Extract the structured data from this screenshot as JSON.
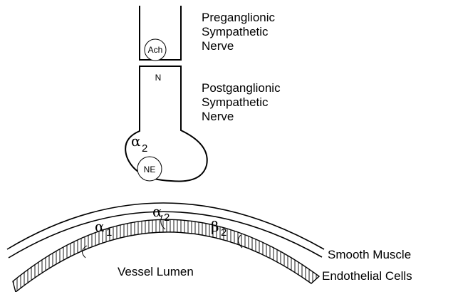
{
  "nerves": {
    "pre_label_1": "Preganglionic",
    "pre_label_2": "Sympathetic",
    "pre_label_3": "Nerve",
    "post_label_1": "Postganglionic",
    "post_label_2": "Sympathetic",
    "post_label_3": "Nerve",
    "vesicle_pre": "Ach",
    "receptor_n": "N",
    "vesicle_post": "NE"
  },
  "receptors": {
    "terminal_alpha": "α",
    "terminal_alpha_sub": "2",
    "wall_alpha1": "α",
    "wall_alpha1_sub": "1",
    "wall_alpha2": "α",
    "wall_alpha2_sub": "2",
    "wall_beta2": "β",
    "wall_beta2_sub": "2"
  },
  "vessel": {
    "lumen_label": "Vessel Lumen",
    "smooth_muscle_label": "Smooth Muscle",
    "endothelial_label": "Endothelial Cells"
  }
}
